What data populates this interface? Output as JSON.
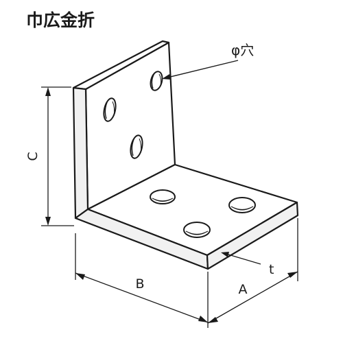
{
  "title": "巾広金折",
  "labels": {
    "hole": "φ穴",
    "dim_c": "C",
    "dim_b": "B",
    "dim_a": "A",
    "thickness": "t"
  },
  "colors": {
    "line": "#1a1a1a",
    "face_light": "#ffffff",
    "face_shade": "#f1f1f1"
  }
}
